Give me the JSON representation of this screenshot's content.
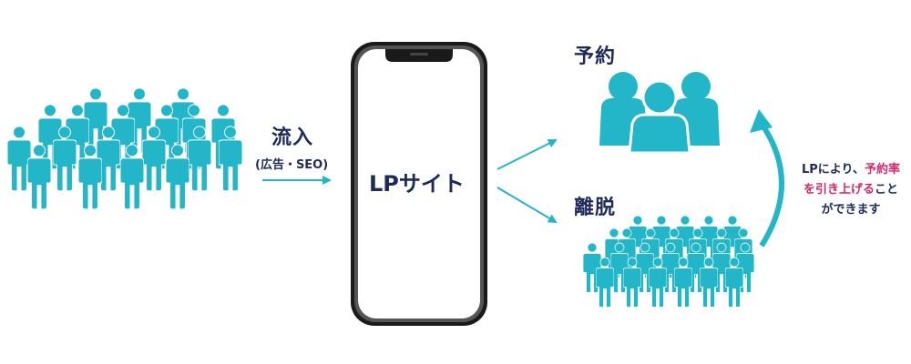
{
  "colors": {
    "accent": "#23b6c8",
    "text": "#1e2a5a",
    "highlight": "#d4266a",
    "phone_frame": "#1a1a1a"
  },
  "inflow": {
    "title": "流入",
    "subtitle": "(広告・SEO)"
  },
  "phone": {
    "screen_text": "LPサイト"
  },
  "outcomes": {
    "booking_label": "予約",
    "exit_label": "離脱"
  },
  "note": {
    "line1_prefix": "LPにより、",
    "line1_highlight": "予約率",
    "line2_highlight": "を引き上げる",
    "line2_suffix": "こと",
    "line3": "ができます"
  },
  "icons": {
    "crowd_left": "people-crowd-icon",
    "booking": "people-group-icon",
    "exit": "people-crowd-icon"
  }
}
